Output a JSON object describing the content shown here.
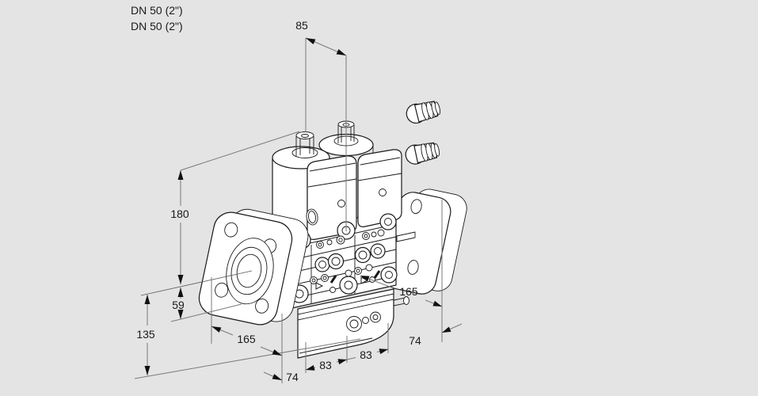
{
  "drawing": {
    "product_labels": {
      "line1": "DN 50 (2\")",
      "line2": "DN 50 (2\")"
    },
    "dimensions_mm": {
      "stem_spacing": "85",
      "height_overall": "180",
      "center_to_body_bottom": "59",
      "center_to_base": "135",
      "flange_to_axis_left": "165",
      "base_width_left": "74",
      "axis_spacing_a": "83",
      "axis_spacing_b": "83",
      "axis_to_flange_right": "165",
      "base_width_right": "74"
    },
    "colors": {
      "background": "#e4e4e4",
      "outline": "#1a1a1a",
      "dimension_lines": "#7a7a7a",
      "label_text": "#1a1a1a",
      "part_fill": "#ffffff"
    }
  }
}
